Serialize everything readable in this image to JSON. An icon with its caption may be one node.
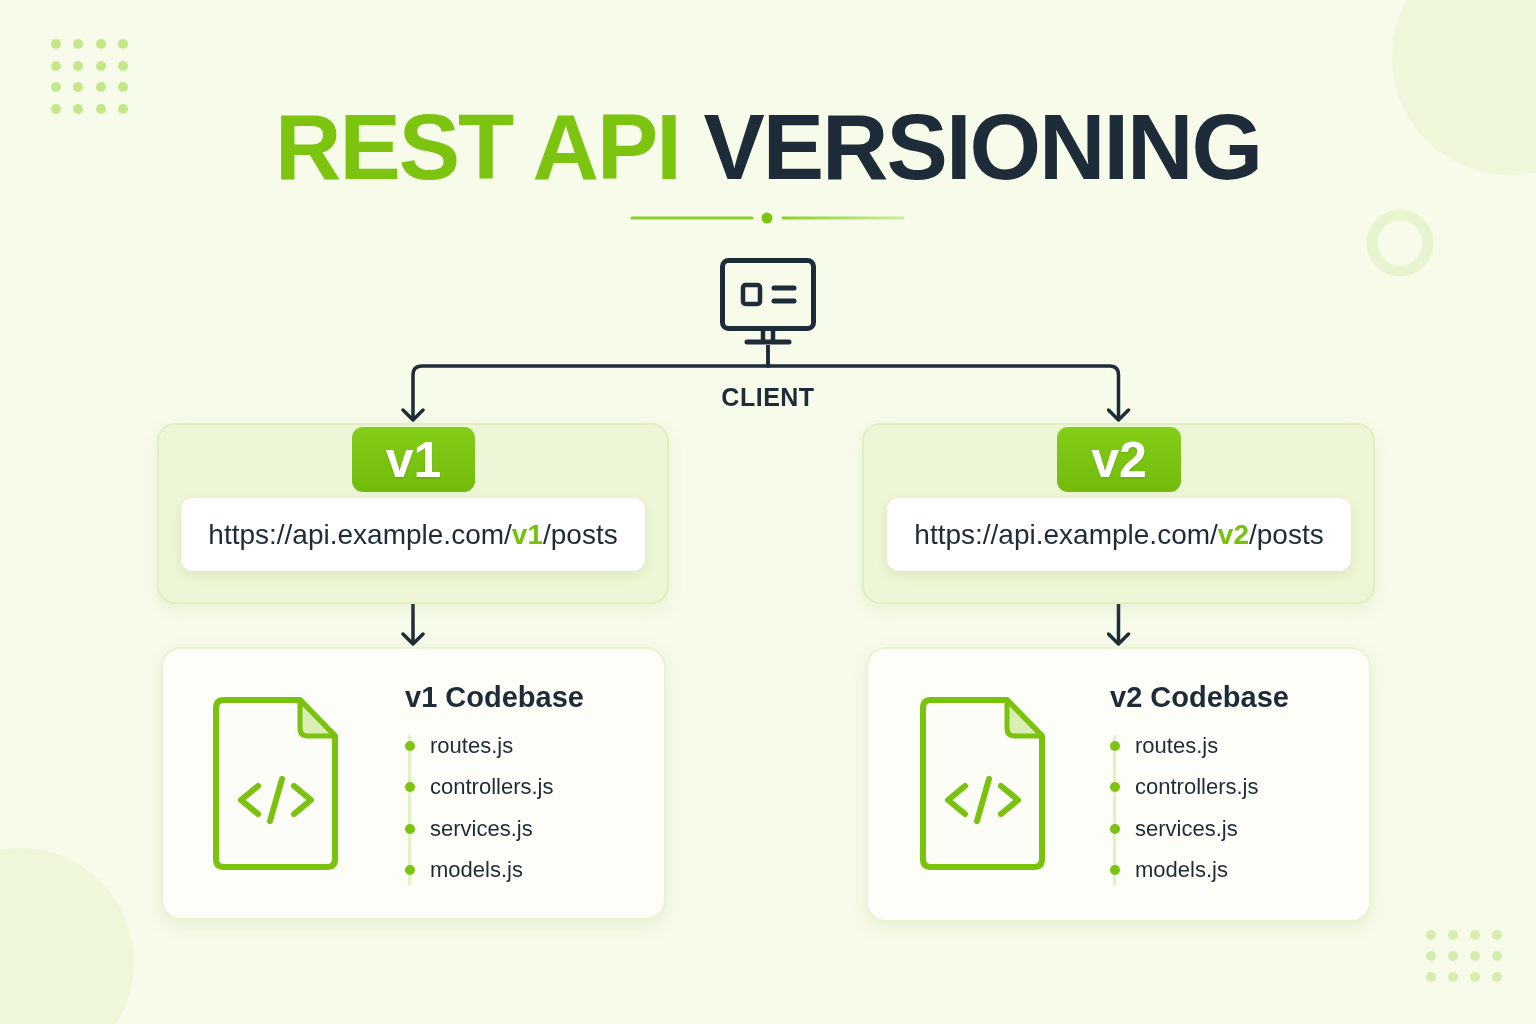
{
  "diagram": {
    "title": "**REST API** VERSIONING",
    "nodes": [
      {
        "text": [
          "CLIENT"
        ]
      },
      {
        "text": [],
        "shape": "box"
      },
      {
        "text": [
          "v1"
        ],
        "in": 1
      },
      {
        "text": [
          "https://api.example.com/**v1**/posts"
        ],
        "in": 1
      },
      {
        "text": [],
        "shape": "box"
      },
      {
        "text": [
          "v2"
        ],
        "in": 4
      },
      {
        "text": [
          "https://api.example.com/**v2**/posts"
        ],
        "in": 4
      },
      {
        "text": [
          "v1 Codebase",
          "routes.js",
          "controllers.js",
          "services.js",
          "models.js"
        ]
      },
      {
        "text": [
          "v2 Codebase",
          "routes.js",
          "controllers.js",
          "services.js",
          "models.js"
        ]
      }
    ],
    "edges": [
      {
        "from": 0,
        "to": 1,
        "arrow": "to"
      },
      {
        "from": 0,
        "to": 4,
        "arrow": "to"
      },
      {
        "from": 1,
        "to": 7,
        "arrow": "to"
      },
      {
        "from": 4,
        "to": 8,
        "arrow": "to"
      }
    ]
  }
}
